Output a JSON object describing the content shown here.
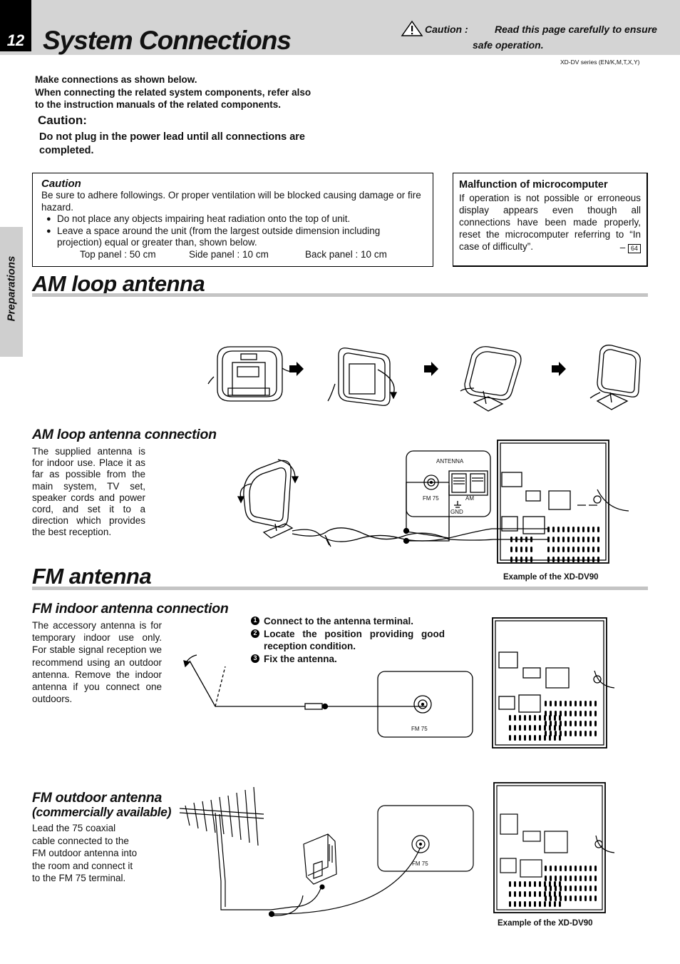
{
  "header": {
    "page_number": "12",
    "title": "System Connections",
    "caution_label": "Caution :",
    "caution_text_1": "Read this page carefully to ensure",
    "caution_text_2": "safe operation.",
    "series": "XD-DV series (EN/K,M,T,X,Y)"
  },
  "side_tab": "Preparations",
  "intro": {
    "line1": "Make connections as shown below.",
    "line2": "When connecting the related system components, refer also",
    "line3": "to the instruction manuals of the related components.",
    "caution_heading": "Caution:",
    "caution_body": "Do not plug in the power lead until all connections are completed."
  },
  "caution_box": {
    "heading": "Caution",
    "text": "Be sure to adhere followings. Or proper ventilation will be blocked causing damage or fire hazard.",
    "bullet1": "Do not place any objects impairing heat radiation onto the top of unit.",
    "bullet2": "Leave a space around the unit (from the largest outside dimension including projection) equal or greater than, shown below.",
    "top": "Top panel : 50 cm",
    "side": "Side panel : 10 cm",
    "back": "Back panel : 10 cm"
  },
  "malfunction_box": {
    "heading": "Malfunction of microcomputer",
    "text": "If operation is not possible or erroneous display appears even though all connections have been made properly, reset the microcomputer referring to “In case of difficulty”.",
    "ref_page": "64"
  },
  "am_section": {
    "title": "AM loop antenna",
    "connection_heading": "AM loop antenna connection",
    "connection_text": "The supplied antenna is for indoor use. Place it as far as possible from the main system, TV set, speaker cords and power cord, and set it to a direction which provides the best reception.",
    "terminal_label": "ANTENNA",
    "fm75": "FM 75",
    "am": "AM",
    "gnd": "GND",
    "example": "Example of the XD-DV90"
  },
  "fm_section": {
    "title": "FM antenna",
    "indoor_heading": "FM indoor antenna connection",
    "indoor_text": "The accessory antenna is for temporary indoor use only. For stable signal reception we recommend using an outdoor antenna. Remove the indoor antenna if you connect one outdoors.",
    "steps": [
      {
        "num": "1",
        "text": "Connect to the antenna terminal."
      },
      {
        "num": "2",
        "text": "Locate the position providing good reception condition."
      },
      {
        "num": "3",
        "text": "Fix the antenna."
      }
    ],
    "fm75_indoor": "FM 75",
    "outdoor_heading_1": "FM outdoor antenna",
    "outdoor_heading_2": "(commercially available)",
    "outdoor_text": "Lead the 75    coaxial cable connected to the FM outdoor antenna into the room and connect it to the FM 75 terminal.",
    "fm75_outdoor": "FM 75",
    "example": "Example of the XD-DV90"
  }
}
